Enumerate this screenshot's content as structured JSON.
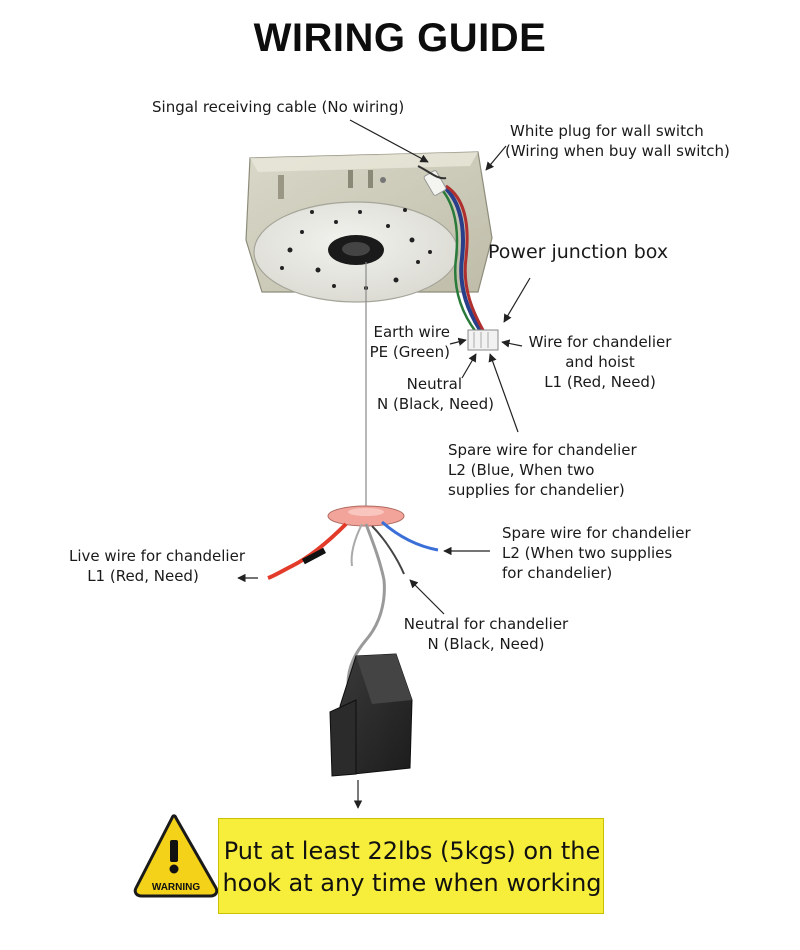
{
  "title": "WIRING GUIDE",
  "labels": {
    "signal_cable": "Singal receiving cable (No wiring)",
    "white_plug": [
      "White plug for wall switch",
      "(Wiring when buy wall switch)"
    ],
    "junction_box": "Power junction  box",
    "earth_wire": [
      "Earth wire",
      "PE (Green)"
    ],
    "chandelier_hoist_wire": [
      "Wire for chandelier",
      "and hoist",
      "L1 (Red, Need)"
    ],
    "neutral": [
      "Neutral",
      "N (Black, Need)"
    ],
    "spare_l2_blue": [
      "Spare wire for chandelier",
      "L2 (Blue, When two",
      "supplies for chandelier)"
    ],
    "spare_l2": [
      "Spare wire for chandelier",
      "L2 (When two supplies",
      "for chandelier)"
    ],
    "live_wire": [
      "Live wire for chandelier",
      "L1 (Red, Need)"
    ],
    "neutral_chandelier": [
      "Neutral for chandelier",
      "N (Black, Need)"
    ]
  },
  "warning": {
    "badge": "WARNING",
    "lines": [
      "Put at least 22lbs (5kgs) on the",
      "hook at any time when working"
    ]
  },
  "colors": {
    "warning_yellow": "#f6ee3a",
    "wire_red": "#e33b2a",
    "wire_blue": "#3b6fd8",
    "wire_green": "#3c8d3c",
    "wire_black": "#222222"
  }
}
